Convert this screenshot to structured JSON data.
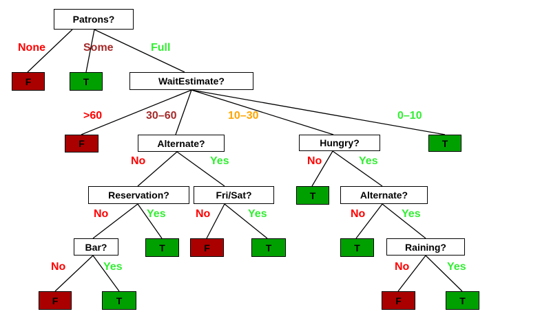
{
  "colors": {
    "no_label": "#ff0000",
    "yes_label": "#33ee33",
    "dark_red_label": "#a52a2a",
    "orange_label": "#ffa500",
    "false_leaf": "#aa0000",
    "true_leaf": "#00a000"
  },
  "nodes": {
    "patrons": "Patrons?",
    "wait_estimate": "WaitEstimate?",
    "alternate_1": "Alternate?",
    "hungry": "Hungry?",
    "reservation": "Reservation?",
    "fri_sat": "Fri/Sat?",
    "alternate_2": "Alternate?",
    "bar": "Bar?",
    "raining": "Raining?"
  },
  "leaves": {
    "patrons_none": "F",
    "patrons_some": "T",
    "wait_gt60": "F",
    "wait_0_10": "T",
    "hungry_no": "T",
    "reservation_yes": "T",
    "fri_sat_no": "F",
    "fri_sat_yes": "T",
    "alternate2_no": "T",
    "bar_no": "F",
    "bar_yes": "T",
    "raining_no": "F",
    "raining_yes": "T"
  },
  "edge_labels": {
    "none": "None",
    "some": "Some",
    "full": "Full",
    "gt60": ">60",
    "w30_60": "30–60",
    "w10_30": "10–30",
    "w0_10": "0–10",
    "alt1_no": "No",
    "alt1_yes": "Yes",
    "hungry_no": "No",
    "hungry_yes": "Yes",
    "res_no": "No",
    "res_yes": "Yes",
    "fri_no": "No",
    "fri_yes": "Yes",
    "alt2_no": "No",
    "alt2_yes": "Yes",
    "bar_no": "No",
    "bar_yes": "Yes",
    "rain_no": "No",
    "rain_yes": "Yes"
  }
}
